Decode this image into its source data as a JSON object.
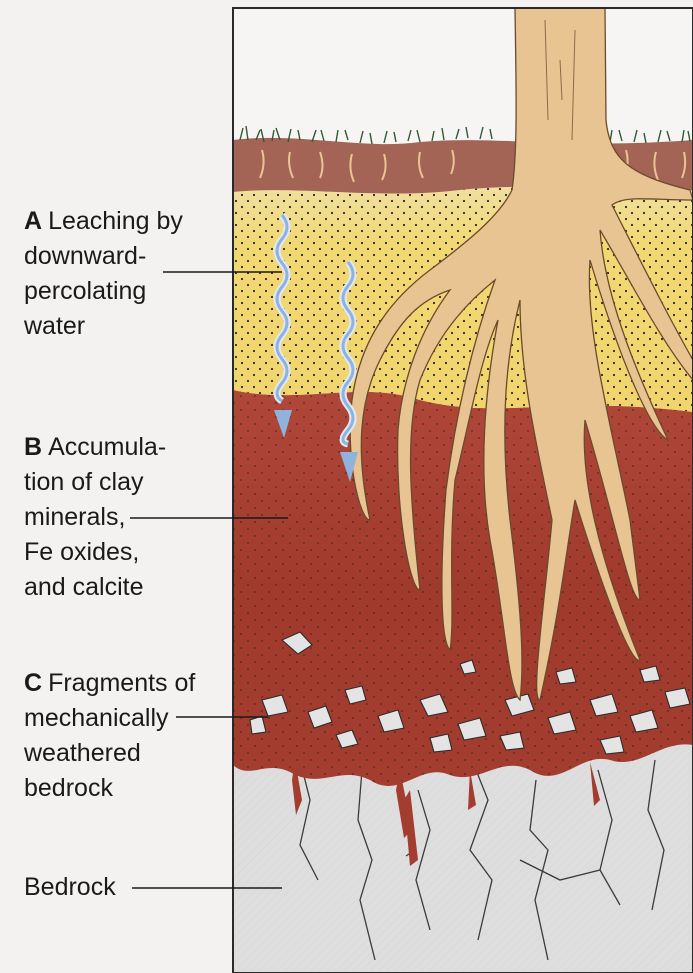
{
  "labels": {
    "a": {
      "letter": "A",
      "lines": [
        "Leaching by",
        "downward-",
        "percolating",
        "water"
      ]
    },
    "b": {
      "letter": "B",
      "lines": [
        "Accumula-",
        "tion of clay",
        "minerals,",
        "Fe oxides,",
        "and calcite"
      ]
    },
    "c": {
      "letter": "C",
      "lines": [
        "Fragments of",
        "mechanically",
        "weathered",
        "bedrock"
      ]
    },
    "bedrock": {
      "lines": [
        "Bedrock"
      ]
    }
  },
  "colors": {
    "background": "#f3f2f1",
    "topsoil": "#9a5a4c",
    "horizon_a": "#f1d774",
    "horizon_b": "#9f3a2c",
    "bedrock": "#dcdcdc",
    "roots": "#e8c493",
    "water_arrows": "#8fb3dc"
  }
}
